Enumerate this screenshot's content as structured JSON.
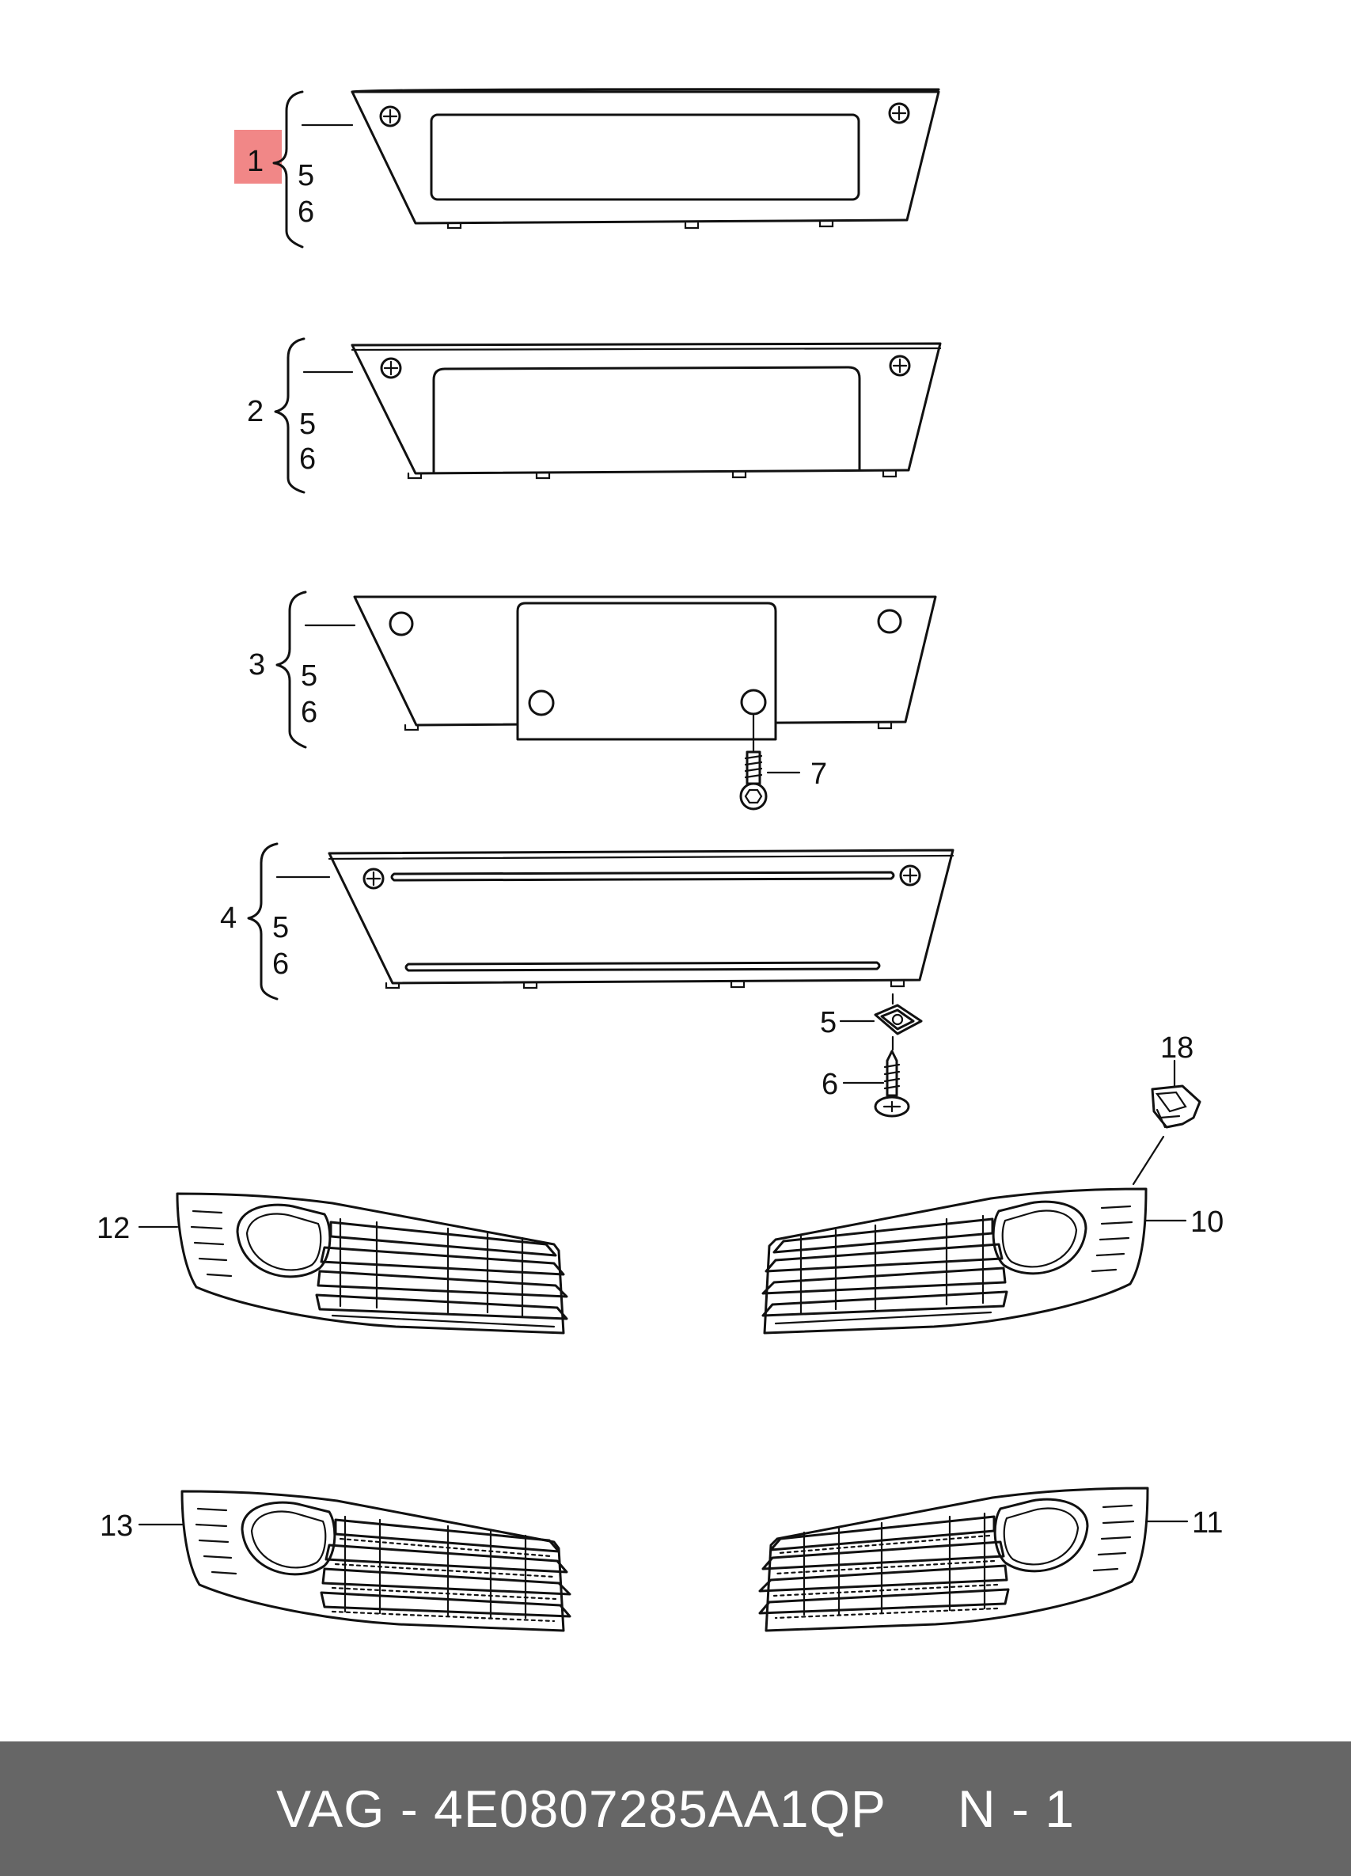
{
  "callouts": {
    "g1": {
      "main": "1",
      "a": "5",
      "b": "6"
    },
    "g2": {
      "main": "2",
      "a": "5",
      "b": "6"
    },
    "g3": {
      "main": "3",
      "a": "5",
      "b": "6"
    },
    "g4": {
      "main": "4",
      "a": "5",
      "b": "6"
    },
    "c5": "5",
    "c6": "6",
    "c7": "7",
    "c10": "10",
    "c11": "11",
    "c12": "12",
    "c13": "13",
    "c18": "18"
  },
  "highlight_color": "#f07a7a",
  "footer": {
    "part": "VAG - 4E0807285AA1QP",
    "page": "N - 1"
  },
  "footer_color": "#666666"
}
